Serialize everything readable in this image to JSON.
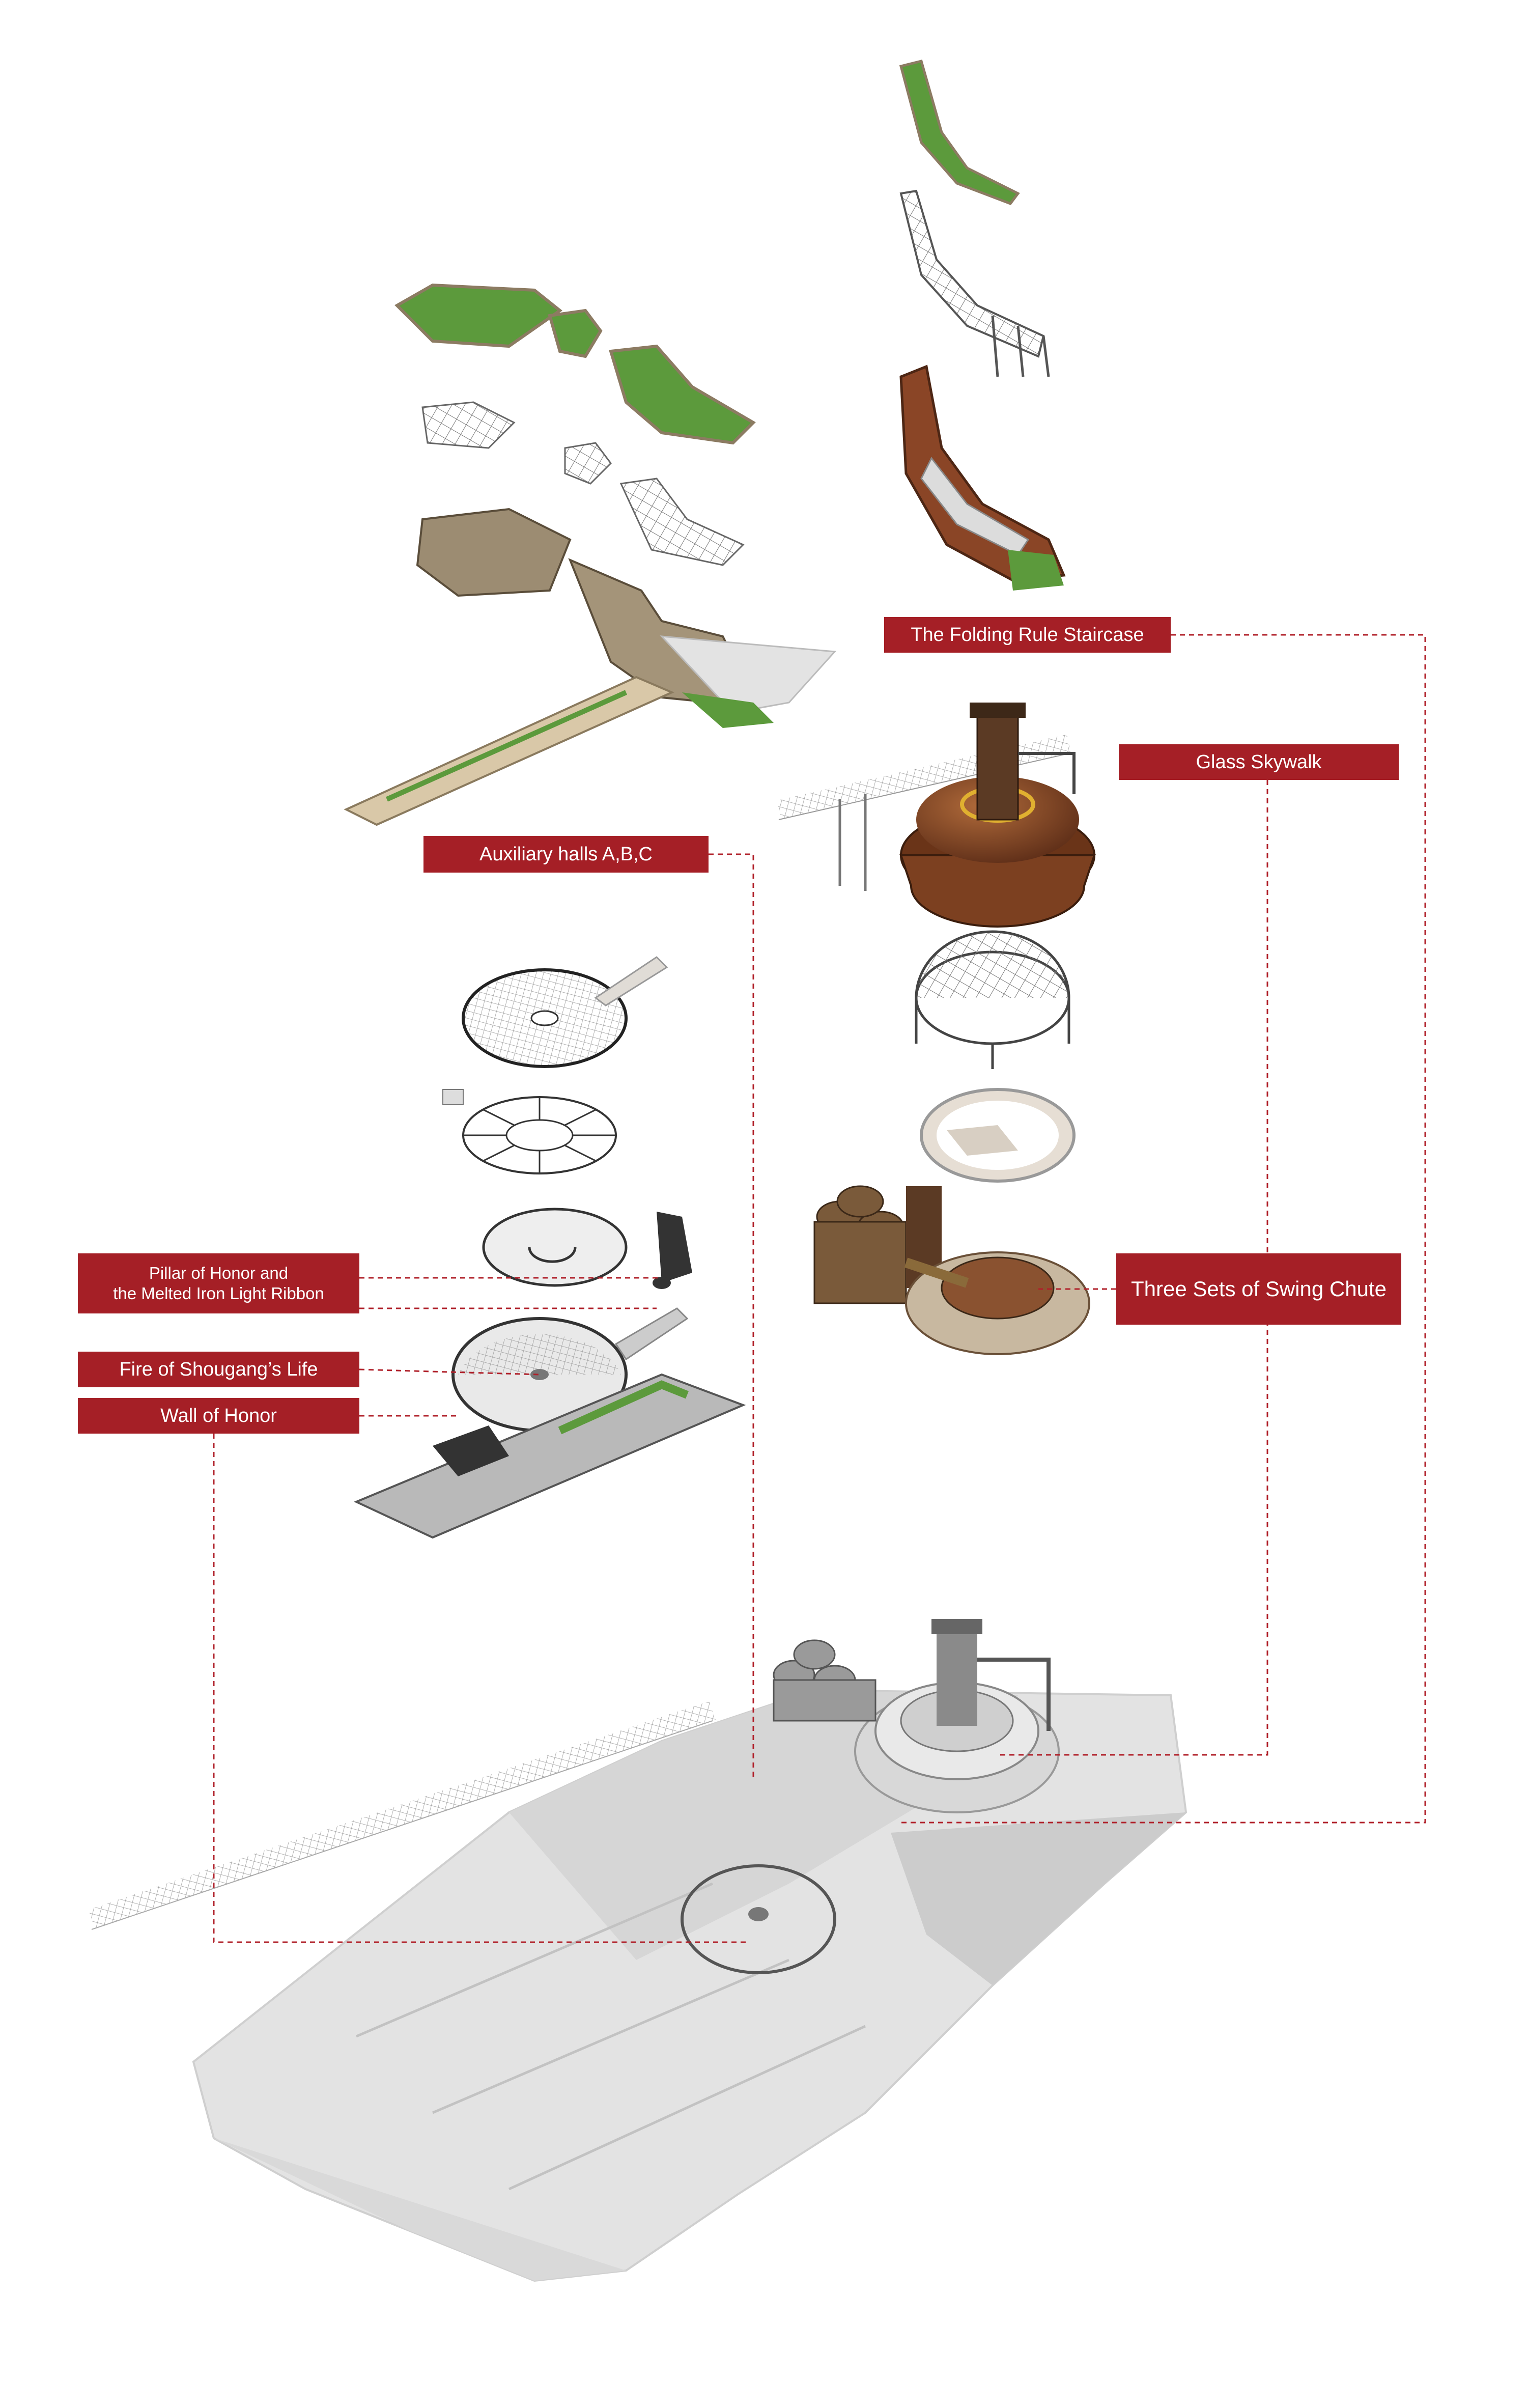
{
  "labels": {
    "folding_rule_staircase": "The Folding Rule Staircase",
    "glass_skywalk": "Glass Skywalk",
    "auxiliary_halls": "Auxiliary halls A,B,C",
    "swing_chute": "Three Sets of Swing Chute",
    "pillar_line1": "Pillar of Honor and",
    "pillar_line2": "the Melted Iron Light Ribbon",
    "fire": "Fire of Shougang’s Life",
    "wall": "Wall of Honor"
  },
  "colors": {
    "label_red": "#a51f26",
    "leader_line": "#b0202a",
    "roof_green": "#5c9a3c",
    "rust": "#8a4526",
    "base_gray": "#dedede"
  }
}
